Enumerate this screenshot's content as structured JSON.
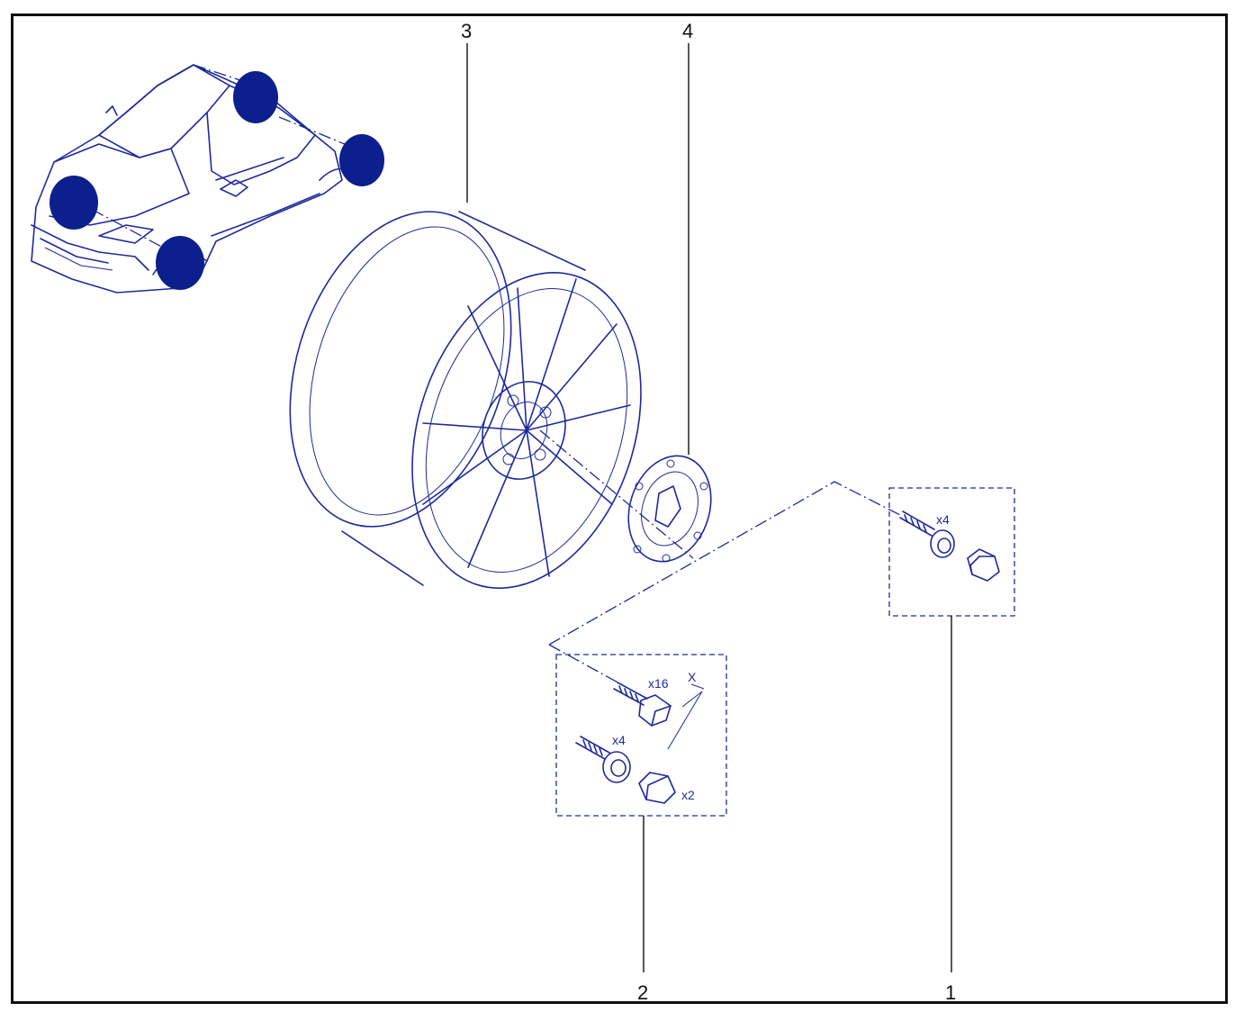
{
  "callouts": {
    "c1": "1",
    "c2": "2",
    "c3": "3",
    "c4": "4"
  },
  "quantities": {
    "bolt_set_1": "x4",
    "bolt_x16": "x16",
    "bolt_x4": "x4",
    "nut_x2": "x2",
    "dimension_x": "X"
  },
  "colors": {
    "ink": "#1e2a9a",
    "wheel_highlight": "#0c1f8c",
    "frame": "#111111"
  }
}
